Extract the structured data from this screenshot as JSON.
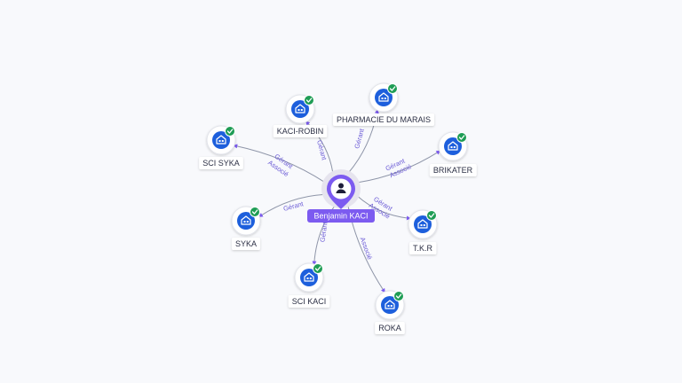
{
  "center": {
    "label": "Benjamin KACI",
    "icon": "person-icon"
  },
  "colors": {
    "accent": "#7c5bf0",
    "company_icon_bg": "#1d5fdc",
    "check": "#1f9d55",
    "edge": "#8e95a8",
    "edge_label": "#6b5bd6"
  },
  "nodes": [
    {
      "id": "kaci-robin",
      "label": "KACI-ROBIN",
      "icon": "company-icon",
      "status": "check-icon",
      "relations": [
        "Gérant"
      ]
    },
    {
      "id": "pharmacie-du-marais",
      "label": "PHARMACIE DU MARAIS",
      "icon": "company-icon",
      "status": "check-icon",
      "relations": [
        "Gérant"
      ]
    },
    {
      "id": "sci-syka",
      "label": "SCI SYKA",
      "icon": "company-icon",
      "status": "check-icon",
      "relations": [
        "Gérant",
        "Associé"
      ]
    },
    {
      "id": "brikater",
      "label": "BRIKATER",
      "icon": "company-icon",
      "status": "check-icon",
      "relations": [
        "Gérant",
        "Associé"
      ]
    },
    {
      "id": "syka",
      "label": "SYKA",
      "icon": "company-icon",
      "status": "check-icon",
      "relations": [
        "Gérant"
      ]
    },
    {
      "id": "tkr",
      "label": "T.K.R",
      "icon": "company-icon",
      "status": "check-icon",
      "relations": [
        "Gérant",
        "Associé"
      ]
    },
    {
      "id": "sci-kaci",
      "label": "SCI KACI",
      "icon": "company-icon",
      "status": "check-icon",
      "relations": [
        "Gérant"
      ]
    },
    {
      "id": "roka",
      "label": "ROKA",
      "icon": "company-icon",
      "status": "check-icon",
      "relations": [
        "Associé"
      ]
    }
  ]
}
